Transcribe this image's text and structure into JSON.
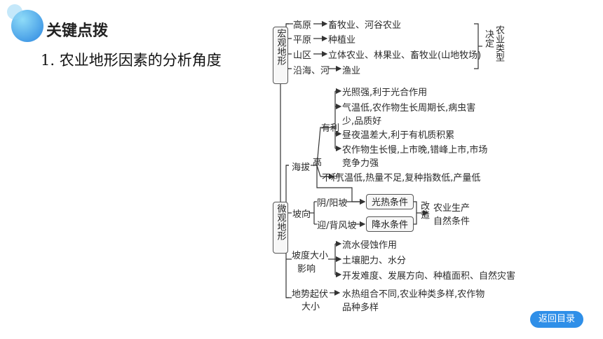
{
  "header": {
    "title": "关键点拨"
  },
  "main": {
    "heading": "1. 农业地形因素的分析角度"
  },
  "macro": {
    "label": "宏观地形",
    "items": [
      {
        "terrain": "高原",
        "result": "畜牧业、河谷农业"
      },
      {
        "terrain": "平原",
        "result": "种植业"
      },
      {
        "terrain": "山区",
        "result": "立体农业、林果业、畜牧业(山地牧场)"
      },
      {
        "terrain": "沿海、河",
        "result": "渔业"
      }
    ],
    "decide": "决定",
    "type_label": "农业类型"
  },
  "micro": {
    "label": "微观地形",
    "altitude": {
      "label": "海拔",
      "high": "高",
      "favorable": "有利",
      "unfavorable": "不利",
      "fav_items": [
        "光照强,利于光合作用",
        "气温低,农作物生长周期长,病虫害",
        "少,品质好",
        "昼夜温差大,利于有机质积累",
        "农作物生长慢,上市晚,错峰上市,市场",
        "竞争力强"
      ],
      "unfav_item": "气温低,热量不足,复种指数低,产量低"
    },
    "slope_dir": {
      "label": "坡向",
      "sunny": "阴/阳坡",
      "wind": "迎/背风坡",
      "heat_box": "光热条件",
      "rain_box": "降水条件",
      "modify": "改造",
      "result_line1": "农业生产",
      "result_line2": "自然条件"
    },
    "slope_size": {
      "label_line1": "坡度大小",
      "label_line2": "影响",
      "items": [
        "流水侵蚀作用",
        "土壤肥力、水分",
        "开发难度、发展方向、种植面积、自然灾害"
      ]
    },
    "relief": {
      "label_line1": "地势起伏",
      "label_line2": "大小",
      "item_line1": "水热组合不同,农业种类多样,农作物",
      "item_line2": "品种多样"
    }
  },
  "footer": {
    "back_button": "返回目录"
  },
  "colors": {
    "accent": "#2f8fe8",
    "header_gradient_start": "#5fc8f5",
    "header_gradient_end": "#1f7fd8"
  }
}
